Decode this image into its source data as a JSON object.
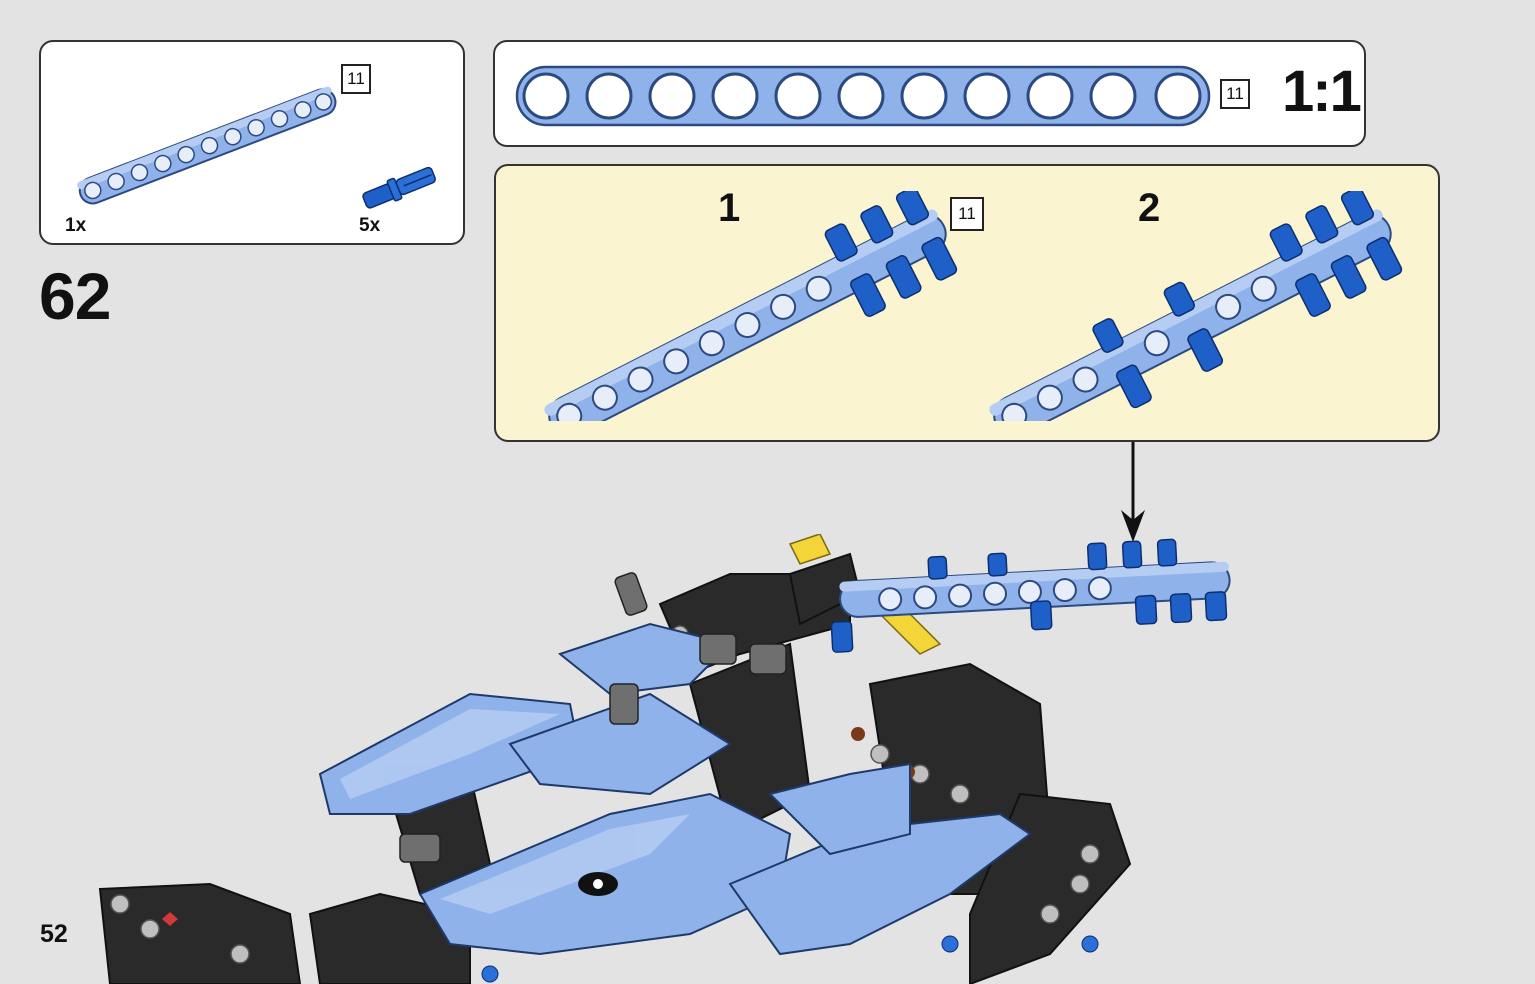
{
  "parts_list": {
    "beam": {
      "length_tag": "11",
      "quantity": "1x"
    },
    "pin": {
      "quantity": "5x"
    }
  },
  "step": {
    "number": "62"
  },
  "scale_view": {
    "length_tag": "11",
    "scale_label": "1:1"
  },
  "substeps": [
    {
      "number": "1",
      "length_tag": "11"
    },
    {
      "number": "2"
    }
  ],
  "page": {
    "number": "52"
  },
  "colors": {
    "beam_blue": "#8fb2ea",
    "pin_blue": "#1f5fc8",
    "axle_yellow": "#f3d539",
    "frame_black": "#2a2a2a",
    "callout_bg": "#fbf4d1",
    "page_bg": "#e3e3e3"
  }
}
